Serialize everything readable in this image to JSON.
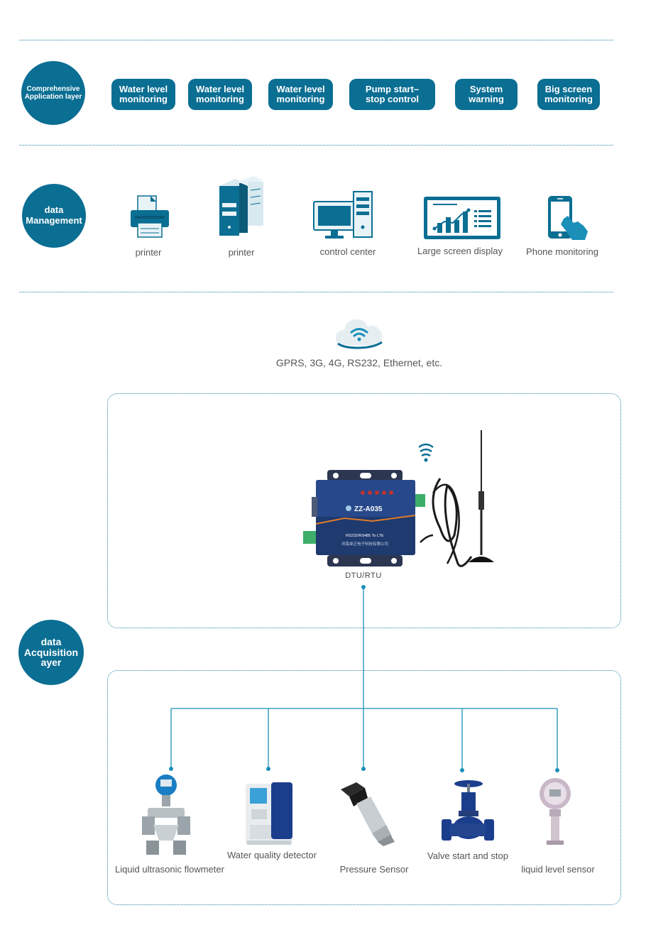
{
  "layers": {
    "application": "Comprehensive\nApplication layer",
    "management": "data\nManagement",
    "acquisition": "data\nAcquisition\nayer"
  },
  "application_items": [
    "Water level\nmonitoring",
    "Water level\nmonitoring",
    "Water level\nmonitoring",
    "Pump start–\nstop control",
    "System\nwarning",
    "Big screen\nmonitoring"
  ],
  "management_items": [
    {
      "label": "printer",
      "icon": "printer-icon"
    },
    {
      "label": "printer",
      "icon": "server-icon"
    },
    {
      "label": "control center",
      "icon": "desktop-computer-icon"
    },
    {
      "label": "Large screen display",
      "icon": "chart-screen-icon"
    },
    {
      "label": "Phone monitoring",
      "icon": "phone-touch-icon"
    }
  ],
  "network": {
    "icon": "cloud-wifi-icon",
    "label": "GPRS, 3G, 4G, RS232, Ethernet, etc."
  },
  "dtu": {
    "model": "ZZ-A035",
    "sub": "RS232/RS485 To LTE",
    "company": "河南卓正电子科技有限公司",
    "label": "DTU/RTU"
  },
  "sensors": [
    {
      "label": "Liquid ultrasonic flowmeter",
      "icon": "flowmeter-icon"
    },
    {
      "label": "Water quality detector",
      "icon": "water-quality-detector-icon"
    },
    {
      "label": "Pressure Sensor",
      "icon": "pressure-sensor-icon"
    },
    {
      "label": "Valve start and stop",
      "icon": "valve-icon"
    },
    {
      "label": "liquid level sensor",
      "icon": "level-sensor-icon"
    }
  ],
  "colors": {
    "primary": "#0b6e93",
    "line": "#2b86a8",
    "text": "#555555"
  }
}
